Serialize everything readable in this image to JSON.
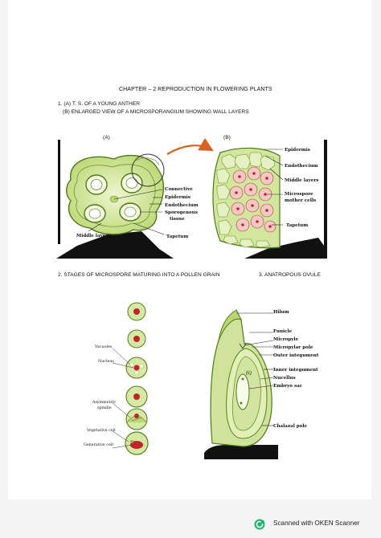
{
  "document": {
    "chapter_title": "CHAPTER – 2 REPRODUCTION IN FLOWERING PLANTS",
    "section1_line1": "1. (A) T. S. OF A YOUNG ANTHER",
    "section1_line2": "(B) ENLARGED VIEW OF A MICROSPORANGIUM  SHOWING WALL LAYERS",
    "section2_title": "2. STAGES OF MICROSPORE MATURING INTO A POLLEN GRAIN",
    "section3_title": "3. ANATROPOUS OVULE"
  },
  "figure_anther": {
    "label_a": "(A)",
    "label_b": "(B)",
    "labels_a": [
      "Connective",
      "Epidermis",
      "Endothecium",
      "Sporogenous",
      "tissue",
      "Middle layers",
      "Tapetum"
    ],
    "labels_b": [
      "Epidermis",
      "Endothecium",
      "Middle layers",
      "Microspore",
      "mother cells",
      "Tapetum"
    ]
  },
  "figure_pollen": {
    "labels": [
      "Vacuoles",
      "Nucleus",
      "Asymmetric",
      "spindle",
      "Vegetative cell",
      "Generative cell"
    ]
  },
  "figure_ovule": {
    "labels": [
      "Hilum",
      "Funicle",
      "Micropyle",
      "Micropylar pole",
      "Outer integument",
      "Inner integument",
      "Nucellus",
      "Embryo sac",
      "Chalazal pole"
    ],
    "inset_label": "(c)"
  },
  "footer": {
    "scanner_text": "Scanned with OKEN Scanner"
  },
  "colors": {
    "tissue_green": "#cfe39a",
    "tissue_dark": "#5a7f1e",
    "nucleus_red": "#c0252a",
    "arrow_orange": "#d9621f"
  }
}
